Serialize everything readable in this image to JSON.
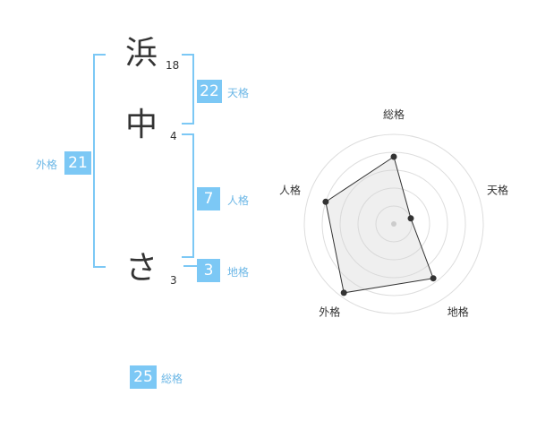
{
  "name": {
    "chars": [
      {
        "char": "浜",
        "strokes": "18"
      },
      {
        "char": "中",
        "strokes": "4"
      },
      {
        "char": "さ",
        "strokes": "3"
      }
    ]
  },
  "fortune": {
    "tenkaku": {
      "value": "22",
      "label": "天格"
    },
    "jinkaku": {
      "value": "7",
      "label": "人格"
    },
    "chikaku": {
      "value": "3",
      "label": "地格"
    },
    "gaikaku": {
      "value": "21",
      "label": "外格"
    },
    "soukaku": {
      "value": "25",
      "label": "総格"
    }
  },
  "colors": {
    "accent": "#7cc8f5",
    "label": "#6cb7e6",
    "text": "#333333"
  },
  "chart_data": {
    "type": "radar",
    "axes": [
      "総格",
      "天格",
      "地格",
      "外格",
      "人格"
    ],
    "values": [
      0.75,
      0.2,
      0.75,
      0.95,
      0.8
    ],
    "rings": 5
  }
}
